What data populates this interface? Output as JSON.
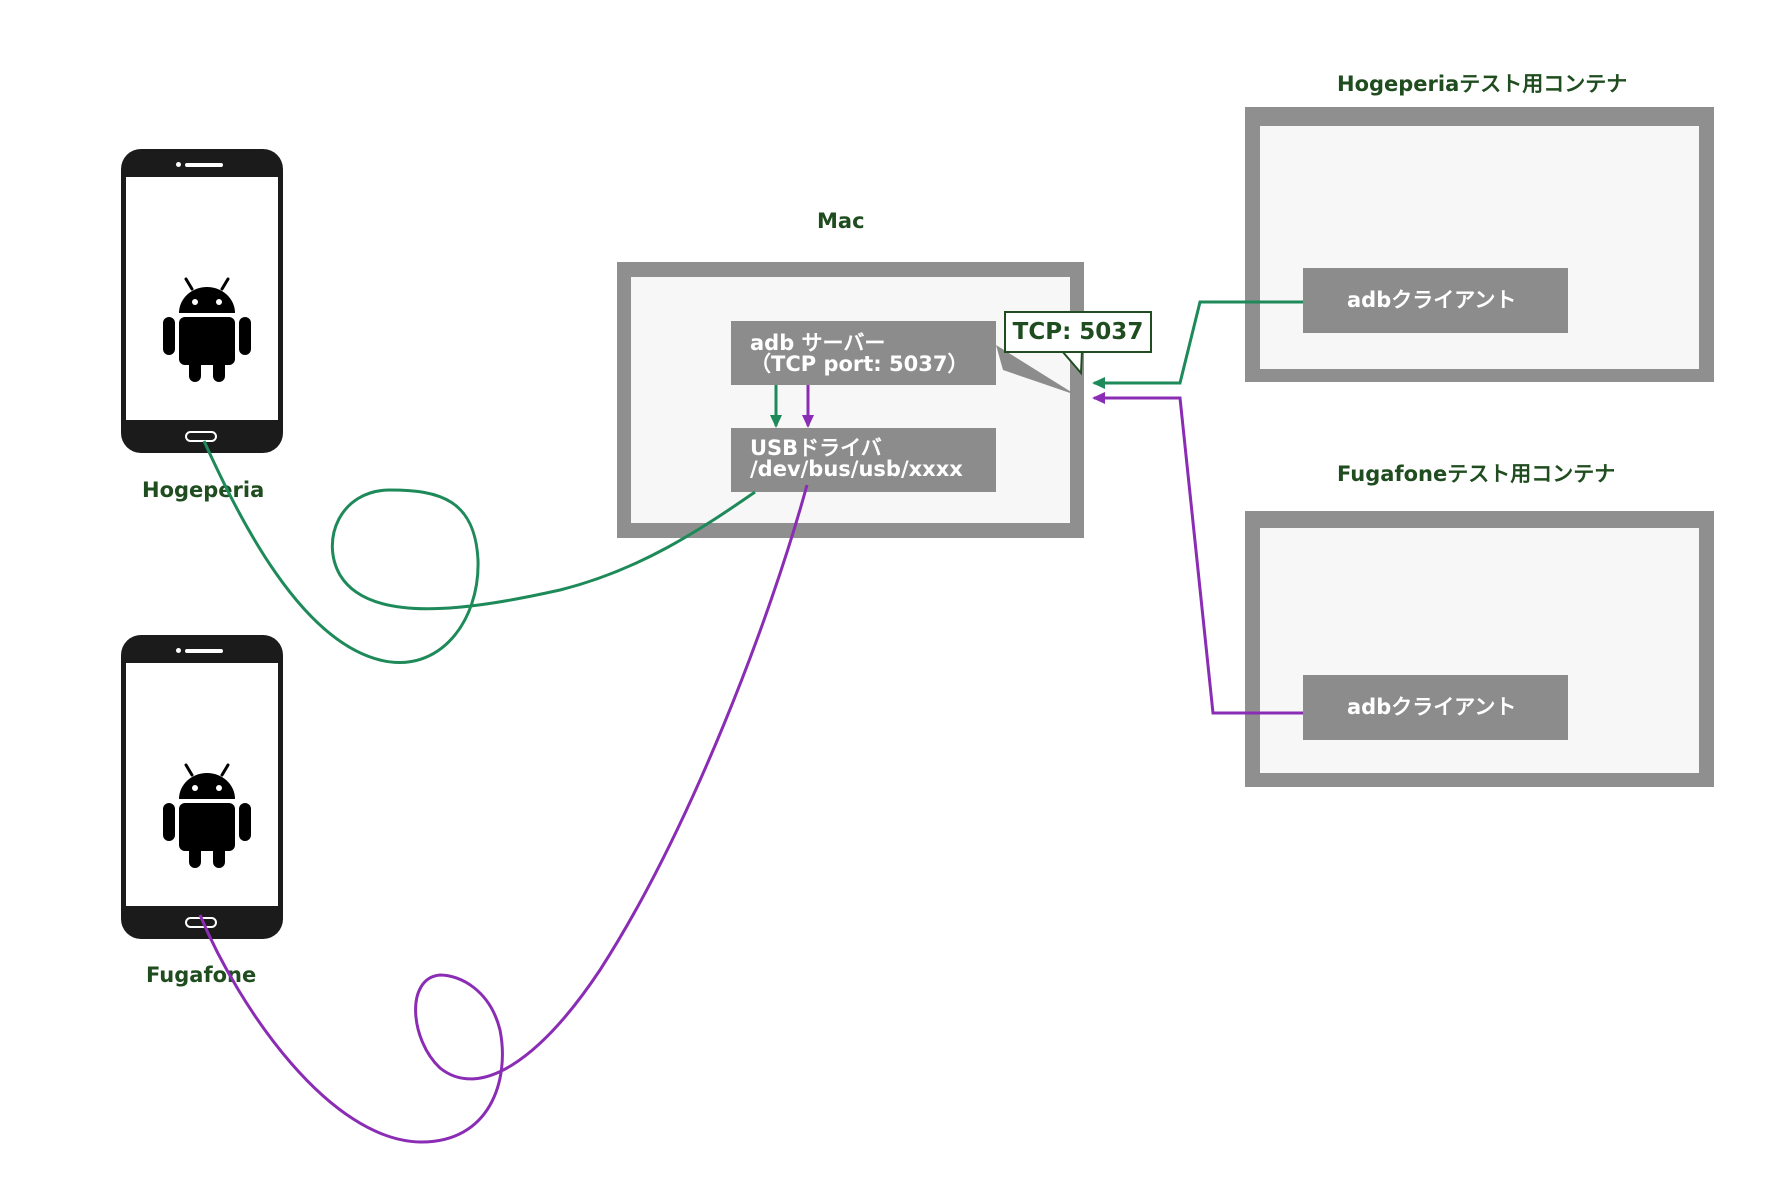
{
  "devices": [
    {
      "name": "Hogeperia"
    },
    {
      "name": "Fugafone"
    }
  ],
  "mac": {
    "title": "Mac",
    "adb_server_line1": "adb サーバー",
    "adb_server_line2": "（TCP port: 5037）",
    "usb_driver_line1": "USBドライバ",
    "usb_driver_line2": "/dev/bus/usb/xxxx",
    "tcp_callout": "TCP: 5037"
  },
  "containers": [
    {
      "title": "Hogeperiaテスト用コンテナ",
      "client": "adbクライアント"
    },
    {
      "title": "Fugafoneテスト用コンテナ",
      "client": "adbクライアント"
    }
  ],
  "colors": {
    "hogeperia_line": "#1e8a5a",
    "fugafone_line": "#8a2cb4",
    "label_text": "#1f4d1f",
    "box_border": "#8f8f8f",
    "box_fill": "#f7f7f7",
    "block_fill": "#8c8c8c"
  },
  "icons": {
    "phone": "smartphone-icon",
    "android": "android-robot-icon"
  }
}
